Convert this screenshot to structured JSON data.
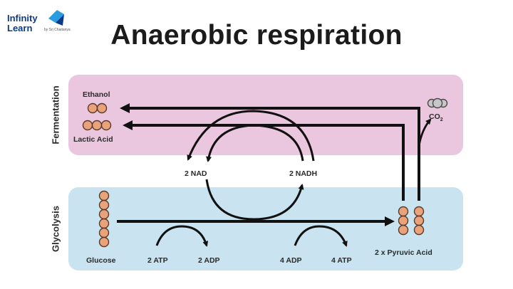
{
  "logo": {
    "line1": "Infinity",
    "line2": "Learn",
    "sub": "by Sri Chaitanya"
  },
  "title": "Anaerobic respiration",
  "sections": {
    "fermentation": "Fermentation",
    "glycolysis": "Glycolysis"
  },
  "labels": {
    "ethanol": "Ethanol",
    "lactic_acid": "Lactic Acid",
    "co2": "CO",
    "co2_sub": "2",
    "nad": "2 NAD",
    "nadh": "2 NADH",
    "glucose": "Glucose",
    "atp_in": "2 ATP",
    "adp_out": "2 ADP",
    "adp_in": "4 ADP",
    "atp_out": "4 ATP",
    "pyruvic": "2 x Pyruvic Acid"
  },
  "colors": {
    "fermentation_bg": "#ebc6df",
    "glycolysis_bg": "#c9e4f0",
    "molecule_fill": "#e9a27a",
    "molecule_stroke": "#5a3a2a",
    "arrow": "#111111",
    "co2_fill": "#c7c7c7"
  },
  "icons": [
    "molecule-icon",
    "co2-molecule-icon",
    "infinity-logo-icon"
  ]
}
